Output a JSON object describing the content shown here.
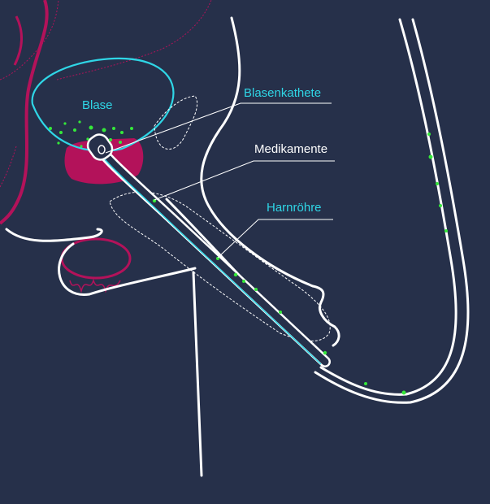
{
  "labels": {
    "bladder": "Blase",
    "catheter": "Blasenkathete",
    "medication": "Medikamente",
    "urethra": "Harnröhre"
  },
  "colors": {
    "background": "#26304a",
    "outline": "#ffffff",
    "bladder_outline": "#2fd6e6",
    "tissue": "#b3125a",
    "particles": "#35e83a",
    "cyan_label": "#2fd6e6",
    "white_label": "#ffffff"
  }
}
